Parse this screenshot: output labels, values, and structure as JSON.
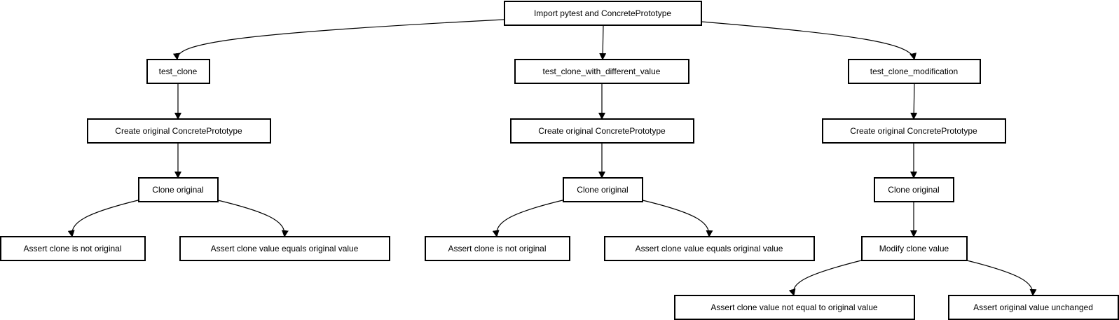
{
  "nodes": [
    {
      "id": "root",
      "label": "Import pytest and ConcretePrototype"
    },
    {
      "id": "t1",
      "label": "test_clone"
    },
    {
      "id": "t2",
      "label": "test_clone_with_different_value"
    },
    {
      "id": "t3",
      "label": "test_clone_modification"
    },
    {
      "id": "c1",
      "label": "Create original ConcretePrototype"
    },
    {
      "id": "c2",
      "label": "Create original ConcretePrototype"
    },
    {
      "id": "c3",
      "label": "Create original ConcretePrototype"
    },
    {
      "id": "k1",
      "label": "Clone original"
    },
    {
      "id": "k2",
      "label": "Clone original"
    },
    {
      "id": "k3",
      "label": "Clone original"
    },
    {
      "id": "a1",
      "label": "Assert clone is not original"
    },
    {
      "id": "b1",
      "label": "Assert clone value equals original value"
    },
    {
      "id": "a2",
      "label": "Assert clone is not original"
    },
    {
      "id": "b2",
      "label": "Assert clone value equals original value"
    },
    {
      "id": "m3",
      "label": "Modify clone value"
    },
    {
      "id": "n3",
      "label": "Assert clone value not equal to original value"
    },
    {
      "id": "u3",
      "label": "Assert original value unchanged"
    }
  ],
  "edges": [
    {
      "from": "root",
      "to": "t1"
    },
    {
      "from": "root",
      "to": "t2"
    },
    {
      "from": "root",
      "to": "t3"
    },
    {
      "from": "t1",
      "to": "c1"
    },
    {
      "from": "t2",
      "to": "c2"
    },
    {
      "from": "t3",
      "to": "c3"
    },
    {
      "from": "c1",
      "to": "k1"
    },
    {
      "from": "c2",
      "to": "k2"
    },
    {
      "from": "c3",
      "to": "k3"
    },
    {
      "from": "k1",
      "to": "a1"
    },
    {
      "from": "k1",
      "to": "b1"
    },
    {
      "from": "k2",
      "to": "a2"
    },
    {
      "from": "k2",
      "to": "b2"
    },
    {
      "from": "k3",
      "to": "m3"
    },
    {
      "from": "m3",
      "to": "n3"
    },
    {
      "from": "m3",
      "to": "u3"
    }
  ]
}
